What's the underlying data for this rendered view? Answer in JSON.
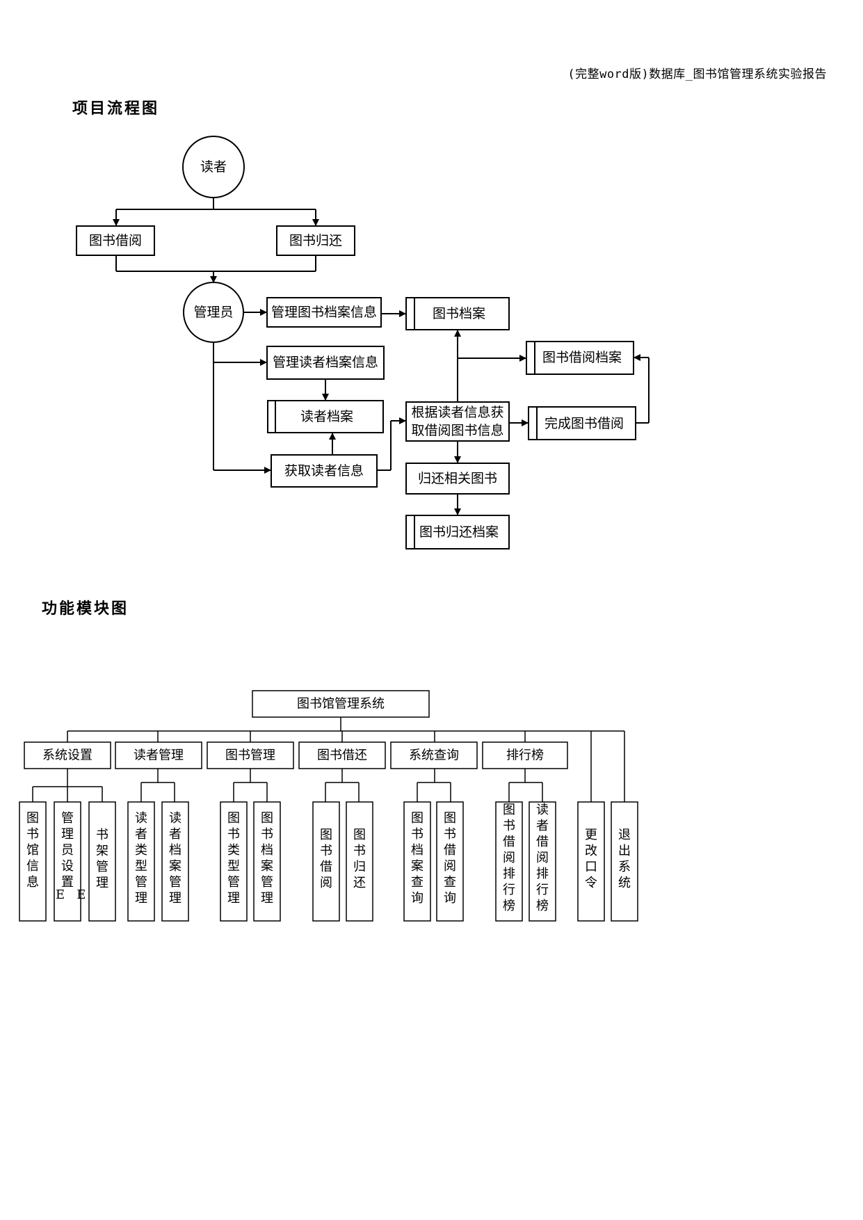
{
  "header": {
    "doc_title": "(完整word版)数据库_图书馆管理系统实验报告"
  },
  "sections": {
    "flow_heading": "项目流程图",
    "func_heading": "功能模块图"
  },
  "flowchart": {
    "reader": "读者",
    "book_borrow": "图书借阅",
    "book_return": "图书归还",
    "admin": "管理员",
    "manage_book_records": "管理图书档案信息",
    "book_records": "图书档案",
    "manage_reader_records": "管理读者档案信息",
    "reader_records": "读者档案",
    "get_reader_info": "获取读者信息",
    "fetch_borrow_info_line1": "根据读者信息获",
    "fetch_borrow_info_line2": "取借阅图书信息",
    "borrow_records": "图书借阅档案",
    "complete_borrow": "完成图书借阅",
    "return_books": "归还相关图书",
    "return_records": "图书归还档案"
  },
  "module_diagram": {
    "root": "图书馆管理系统",
    "categories": [
      "系统设置",
      "读者管理",
      "图书管理",
      "图书借还",
      "系统查询",
      "排行榜"
    ],
    "leaves": [
      "图书馆信息",
      "管理员设置",
      "书架管理",
      "读者类型管理",
      "读者档案管理",
      "图书类型管理",
      "图书档案管理",
      "图书借阅",
      "图书归还",
      "图书档案查询",
      "图书借阅查询",
      "图书借阅排行榜",
      "读者借阅排行榜",
      "更改口令",
      "退出系统"
    ],
    "stray_glyphs": "E   E"
  }
}
